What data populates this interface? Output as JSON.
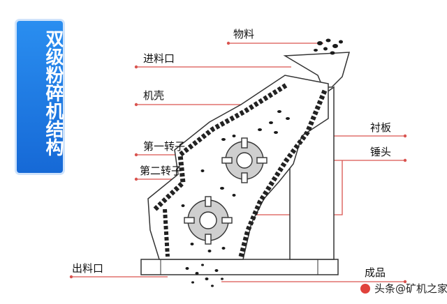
{
  "diagram": {
    "title": "双级粉碎机结构",
    "labels": {
      "material": "物料",
      "feed_inlet": "进料口",
      "casing": "机壳",
      "liner": "衬板",
      "first_rotor": "第一转子",
      "hammer": "锤头",
      "second_rotor": "第二转子",
      "discharge_outlet": "出料口",
      "product": "成品"
    },
    "colors": {
      "panel": "#1d7ae6",
      "leader_line": "#d9534f",
      "outline": "#333333"
    }
  },
  "watermark": {
    "text": "头条@矿机之家",
    "icon": "red-circle-logo-icon"
  }
}
